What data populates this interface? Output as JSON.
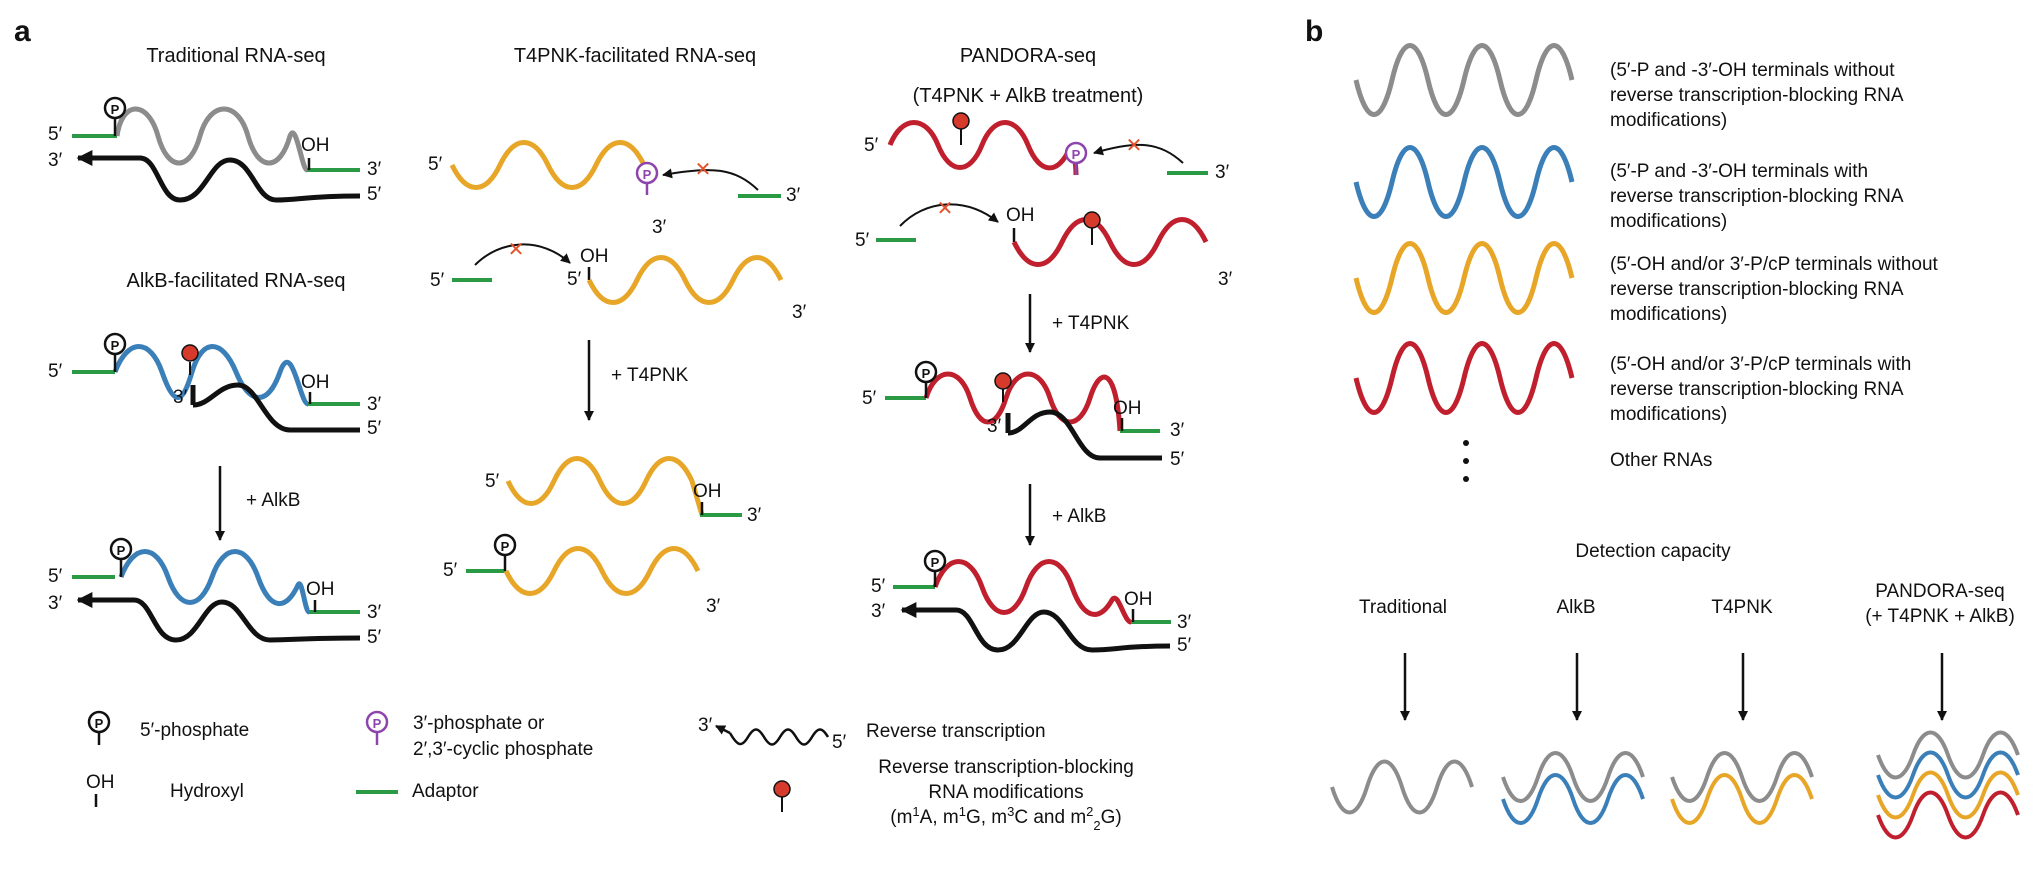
{
  "panel_a": {
    "label": "a",
    "traditional": {
      "title": "Traditional RNA-seq"
    },
    "alkb": {
      "title": "AlkB-facilitated RNA-seq",
      "step": "+ AlkB"
    },
    "t4pnk": {
      "title": "T4PNK-facilitated RNA-seq",
      "step": "+ T4PNK"
    },
    "pandora": {
      "title": "PANDORA-seq",
      "subtitle": "(T4PNK + AlkB treatment)",
      "step1": "+ T4PNK",
      "step2": "+ AlkB"
    },
    "ends": {
      "five": "5′",
      "three": "3′",
      "oh": "OH",
      "p": "P"
    }
  },
  "legend": {
    "phosphate5": "5′-phosphate",
    "phosphate3_line1": "3′-phosphate or",
    "phosphate3_line2": "2′,3′-cyclic phosphate",
    "hydroxyl_symbol": "OH",
    "hydroxyl": "Hydroxyl",
    "adaptor": "Adaptor",
    "rt": "Reverse transcription",
    "blocking_line1": "Reverse transcription-blocking",
    "blocking_line2": "RNA modifications",
    "blocking_line3": "(m1A, m1G, m3C and m22G)"
  },
  "panel_b": {
    "label": "b",
    "classes": [
      {
        "color": "#8c8c8c",
        "line1": "(5′-P and -3′-OH terminals without",
        "line2": "reverse transcription-blocking RNA",
        "line3": "modifications)"
      },
      {
        "color": "#3b7fb8",
        "line1": "(5′-P and -3′-OH terminals with",
        "line2": "reverse transcription-blocking RNA",
        "line3": "modifications)"
      },
      {
        "color": "#e8a628",
        "line1": "(5′-OH and/or 3′-P/cP terminals without",
        "line2": "reverse transcription-blocking RNA",
        "line3": "modifications)"
      },
      {
        "color": "#c0202e",
        "line1": "(5′-OH and/or 3′-P/cP terminals with",
        "line2": "reverse transcription-blocking RNA",
        "line3": "modifications)"
      }
    ],
    "other": "Other RNAs",
    "capacity_title": "Detection capacity",
    "methods": [
      {
        "line1": "Traditional",
        "line2": ""
      },
      {
        "line1": "AlkB",
        "line2": ""
      },
      {
        "line1": "T4PNK",
        "line2": ""
      },
      {
        "line1": "PANDORA-seq",
        "line2": "(+ T4PNK + AlkB)"
      }
    ]
  },
  "colors": {
    "gray": "#8c8c8c",
    "blue": "#3b7fb8",
    "orange": "#e8a628",
    "red": "#c0202e",
    "adaptor": "#2a9a45",
    "purple": "#8e44ad",
    "mod": "#d63a2a",
    "cross": "#e0532b"
  }
}
